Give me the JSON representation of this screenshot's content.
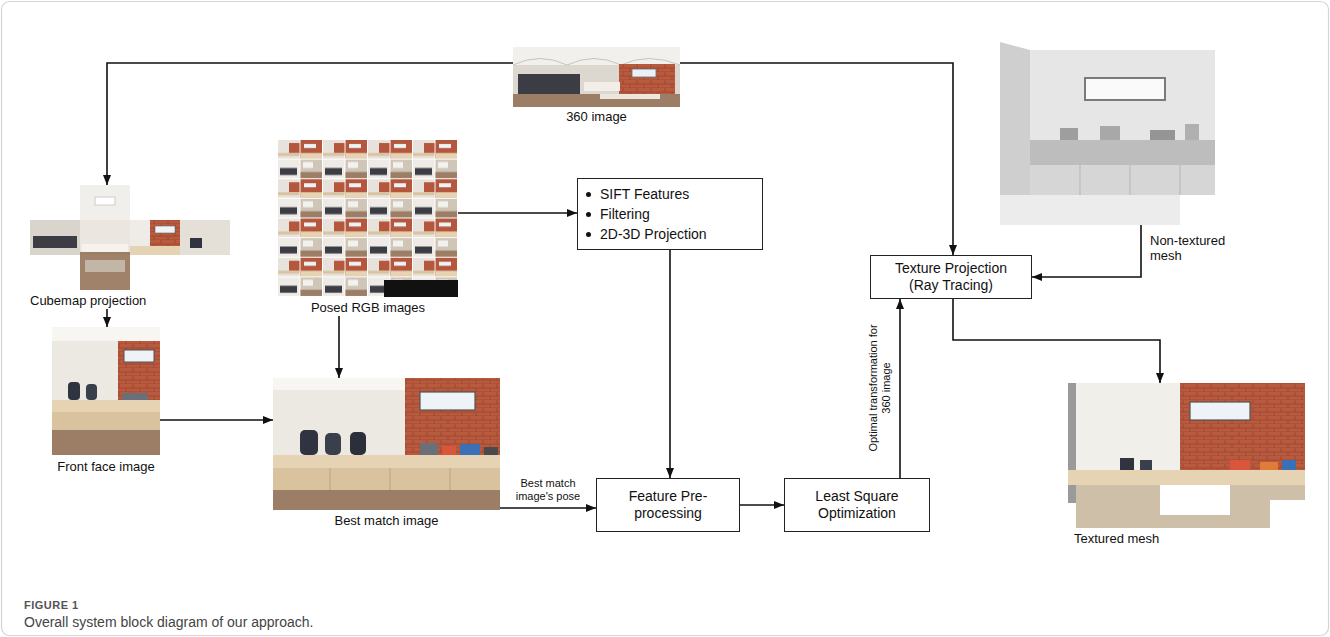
{
  "diagram": {
    "caption": "Overall system block diagram of our approach.",
    "nodes": [
      {
        "text": [
          "360 image"
        ]
      },
      {
        "text": [
          "Non-textured mesh"
        ]
      },
      {
        "text": [
          "Cubemap projection"
        ]
      },
      {
        "text": [
          "Posed RGB images"
        ]
      },
      {
        "text": [
          "SIFT Features",
          "Filtering",
          "2D-3D Projection"
        ]
      },
      {
        "text": [
          "Texture Projection (Ray Tracing)"
        ]
      },
      {
        "text": [
          "Front face image"
        ]
      },
      {
        "text": [
          "Best match image"
        ]
      },
      {
        "text": [
          "Feature Pre-processing"
        ]
      },
      {
        "text": [
          "Least Square Optimization"
        ]
      },
      {
        "text": [
          "Textured mesh"
        ]
      }
    ],
    "edges": [
      {
        "from": 0,
        "to": 2,
        "arrow": "to"
      },
      {
        "from": 0,
        "to": 5,
        "arrow": "to"
      },
      {
        "from": 1,
        "to": 5,
        "arrow": "to"
      },
      {
        "from": 2,
        "to": 6,
        "arrow": "to"
      },
      {
        "from": 3,
        "to": 4,
        "arrow": "to"
      },
      {
        "from": 3,
        "to": 7,
        "arrow": "to"
      },
      {
        "from": 4,
        "to": 8,
        "arrow": "to"
      },
      {
        "from": 6,
        "to": 7,
        "arrow": "to"
      },
      {
        "from": 7,
        "to": 8,
        "label": "Best match image's pose",
        "arrow": "to"
      },
      {
        "from": 8,
        "to": 9,
        "arrow": "to"
      },
      {
        "from": 9,
        "to": 5,
        "label": "Optimal transformation for 360 image",
        "arrow": "to"
      },
      {
        "from": 5,
        "to": 10,
        "arrow": "to"
      }
    ],
    "labels": [
      "FIGURE 1"
    ]
  }
}
